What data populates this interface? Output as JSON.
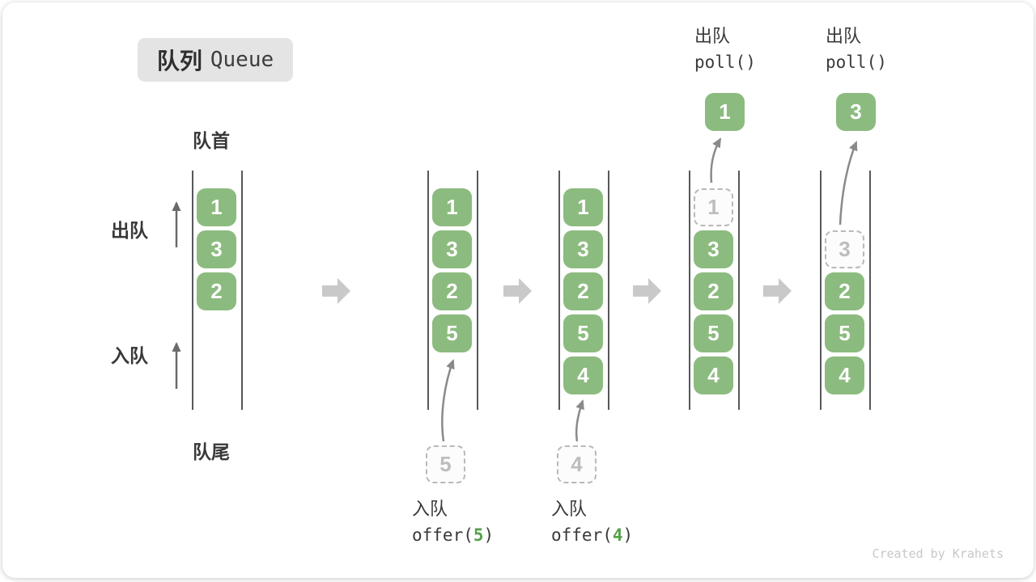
{
  "title": {
    "zh": "队列",
    "en": "Queue"
  },
  "side_labels": {
    "front": "队首",
    "rear": "队尾",
    "dequeue": "出队",
    "enqueue": "入队"
  },
  "queues": [
    {
      "cells": [
        {
          "row": 0,
          "value": "1"
        },
        {
          "row": 1,
          "value": "3"
        },
        {
          "row": 2,
          "value": "2"
        }
      ]
    },
    {
      "cells": [
        {
          "row": 0,
          "value": "1"
        },
        {
          "row": 1,
          "value": "3"
        },
        {
          "row": 2,
          "value": "2"
        },
        {
          "row": 3,
          "value": "5"
        }
      ],
      "incoming": "5"
    },
    {
      "cells": [
        {
          "row": 0,
          "value": "1"
        },
        {
          "row": 1,
          "value": "3"
        },
        {
          "row": 2,
          "value": "2"
        },
        {
          "row": 3,
          "value": "5"
        },
        {
          "row": 4,
          "value": "4"
        }
      ],
      "incoming": "4"
    },
    {
      "cells": [
        {
          "row": 0,
          "value": "1",
          "ghost": true
        },
        {
          "row": 1,
          "value": "3"
        },
        {
          "row": 2,
          "value": "2"
        },
        {
          "row": 3,
          "value": "5"
        },
        {
          "row": 4,
          "value": "4"
        }
      ],
      "outgoing": "1"
    },
    {
      "cells": [
        {
          "row": 1,
          "value": "3",
          "ghost": true
        },
        {
          "row": 2,
          "value": "2"
        },
        {
          "row": 3,
          "value": "5"
        },
        {
          "row": 4,
          "value": "4"
        }
      ],
      "outgoing": "3"
    }
  ],
  "enqueue_ops": [
    {
      "label": "入队",
      "fn_open": "offer(",
      "arg": "5",
      "fn_close": ")"
    },
    {
      "label": "入队",
      "fn_open": "offer(",
      "arg": "4",
      "fn_close": ")"
    }
  ],
  "dequeue_ops": [
    {
      "label": "出队",
      "code": "poll()"
    },
    {
      "label": "出队",
      "code": "poll()"
    }
  ],
  "watermark": "Created by Krahets",
  "colors": {
    "cell_green": "#8cbb7f",
    "accent_green": "#55a24a",
    "ghost_gray": "#bdbdbd",
    "flow_arrow_gray": "#c9c9c9",
    "curve_arrow_gray": "#8a8a8a",
    "label_arrow_gray": "#6a6a6a",
    "badge_bg": "#e4e4e4",
    "ink": "#3a3a3a",
    "watermark_gray": "#c8c8c8"
  }
}
